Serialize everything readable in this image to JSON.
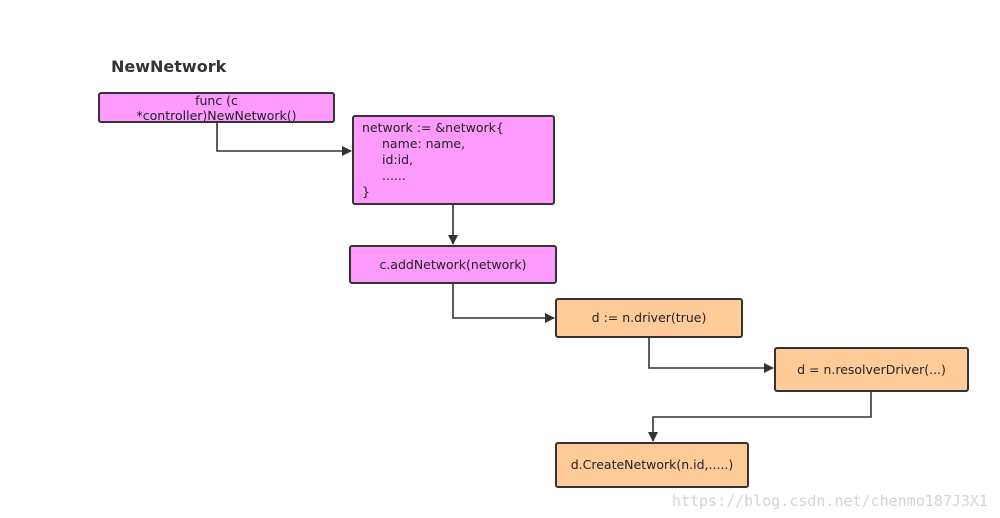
{
  "diagram": {
    "title": "NewNetwork",
    "nodes": {
      "func_new_network": {
        "line1": "func  (c",
        "line2": "*controller)NewNetwork()"
      },
      "network_struct": {
        "line1": "network := &network{",
        "line2": "name: name,",
        "line3": "id:id,",
        "line4": "......",
        "line5": "}"
      },
      "add_network": {
        "label": "c.addNetwork(network)"
      },
      "driver_call": {
        "label": "d := n.driver(true)"
      },
      "resolver_driver": {
        "label": "d = n.resolverDriver(...)"
      },
      "create_network": {
        "label": "d.CreateNetwork(n.id,.....)"
      }
    },
    "colors": {
      "pink": "#fe99fe",
      "orange": "#ffcc99",
      "border": "#333333"
    }
  },
  "watermark": "https://blog.csdn.net/chenmo187J3X1"
}
